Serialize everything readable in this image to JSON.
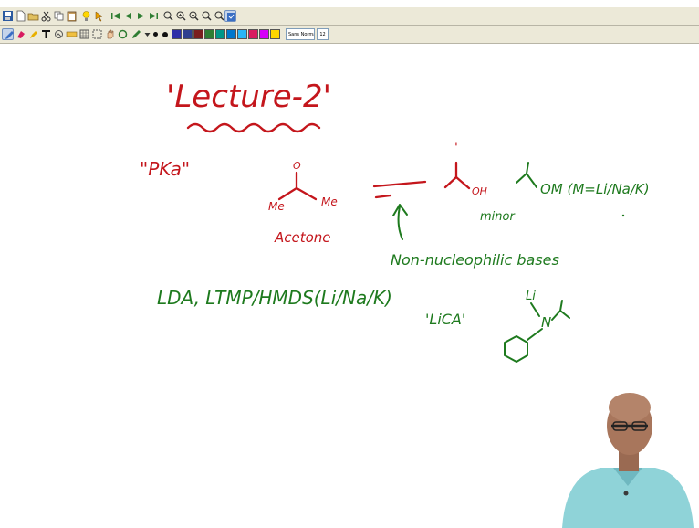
{
  "toolbar": {
    "font_name": "Sans Normal",
    "font_size": "12",
    "palette": [
      "#111111",
      "#c00000",
      "#2e2ea8",
      "#2f3f8f",
      "#7a1e1e",
      "#2e7d32",
      "#009688",
      "#0077cc",
      "#29b6f6",
      "#d81b60",
      "#d500f9",
      "#ffd600",
      "#ffffff",
      "#1b5e20"
    ]
  },
  "notes": {
    "title": "'Lecture-2'",
    "pka": "\"PKa\"",
    "me_left": "Me",
    "me_right": "Me",
    "carbonyl_o": "O",
    "acetone_label": "Acetone",
    "enol_h": "OH",
    "enol_top": "'",
    "minor_label": "minor",
    "enolate": "OM (M=Li/Na/K)",
    "bases_label": "Non-nucleophilic bases",
    "reagents": "LDA, LTMP/HMDS(Li/Na/K)",
    "lica": "'LiCA'",
    "li": "Li",
    "n_atom": "N"
  },
  "colors": {
    "red_ink": "#c4161c",
    "green_ink": "#1e7a1e",
    "shirt": "#8fd3d8"
  }
}
